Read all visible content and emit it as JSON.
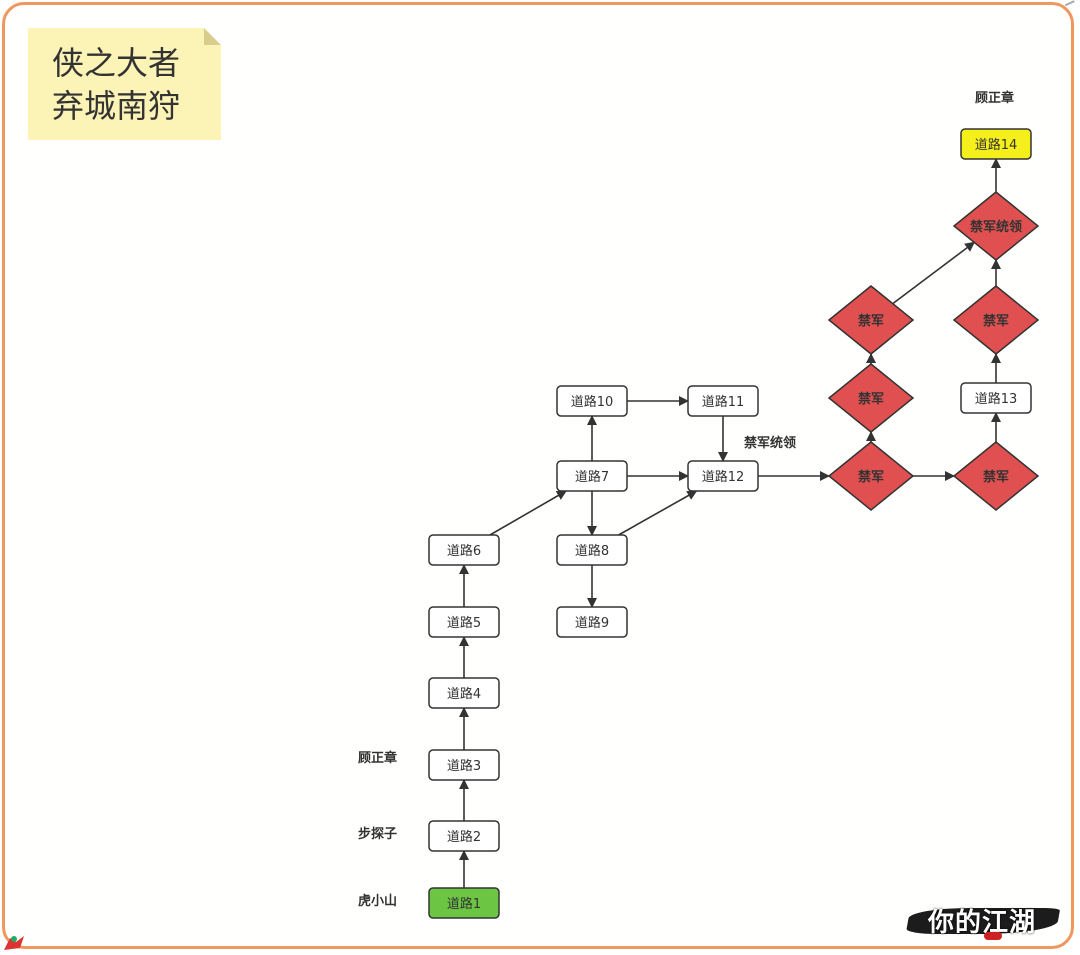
{
  "title_note": {
    "line1": "侠之大者",
    "line2": "弃城南狩"
  },
  "colors": {
    "frame": "#f0975e",
    "note_bg": "#fcf3b6",
    "start_fill": "#6cc644",
    "end_fill": "#f5ef1c",
    "enemy_fill": "#e05050",
    "road_fill": "#ffffff",
    "stroke": "#333333"
  },
  "nodes": [
    {
      "id": "r1",
      "label": "道路1",
      "kind": "start"
    },
    {
      "id": "r2",
      "label": "道路2",
      "kind": "road"
    },
    {
      "id": "r3",
      "label": "道路3",
      "kind": "road"
    },
    {
      "id": "r4",
      "label": "道路4",
      "kind": "road"
    },
    {
      "id": "r5",
      "label": "道路5",
      "kind": "road"
    },
    {
      "id": "r6",
      "label": "道路6",
      "kind": "road"
    },
    {
      "id": "r7",
      "label": "道路7",
      "kind": "road"
    },
    {
      "id": "r8",
      "label": "道路8",
      "kind": "road"
    },
    {
      "id": "r9",
      "label": "道路9",
      "kind": "road"
    },
    {
      "id": "r10",
      "label": "道路10",
      "kind": "road"
    },
    {
      "id": "r11",
      "label": "道路11",
      "kind": "road"
    },
    {
      "id": "r12",
      "label": "道路12",
      "kind": "road"
    },
    {
      "id": "r13",
      "label": "道路13",
      "kind": "road"
    },
    {
      "id": "r14",
      "label": "道路14",
      "kind": "end"
    },
    {
      "id": "g1",
      "label": "禁军",
      "kind": "enemy"
    },
    {
      "id": "g2",
      "label": "禁军",
      "kind": "enemy"
    },
    {
      "id": "g3",
      "label": "禁军",
      "kind": "enemy"
    },
    {
      "id": "g4",
      "label": "禁军",
      "kind": "enemy"
    },
    {
      "id": "g5",
      "label": "禁军",
      "kind": "enemy"
    },
    {
      "id": "boss",
      "label": "禁军统领",
      "kind": "enemy"
    }
  ],
  "edges": [
    [
      "r1",
      "r2"
    ],
    [
      "r2",
      "r3"
    ],
    [
      "r3",
      "r4"
    ],
    [
      "r4",
      "r5"
    ],
    [
      "r5",
      "r6"
    ],
    [
      "r6",
      "r7"
    ],
    [
      "r7",
      "r10"
    ],
    [
      "r7",
      "r12"
    ],
    [
      "r7",
      "r8"
    ],
    [
      "r8",
      "r9"
    ],
    [
      "r8",
      "r12"
    ],
    [
      "r10",
      "r11"
    ],
    [
      "r11",
      "r12"
    ],
    [
      "r12",
      "g1"
    ],
    [
      "g1",
      "g2"
    ],
    [
      "g2",
      "g3"
    ],
    [
      "g3",
      "boss"
    ],
    [
      "g1",
      "g4"
    ],
    [
      "g4",
      "r13"
    ],
    [
      "r13",
      "g5"
    ],
    [
      "g5",
      "boss"
    ],
    [
      "boss",
      "r14"
    ]
  ],
  "annotations": {
    "r1": "虎小山",
    "r2": "步探子",
    "r3": "顾正章",
    "r12": "禁军统领",
    "r14": "顾正章"
  },
  "logo": {
    "text": "你的江湖"
  }
}
